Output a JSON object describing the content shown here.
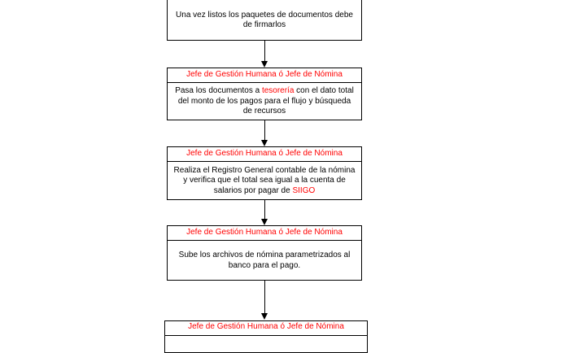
{
  "colors": {
    "role_text": "#ff0000",
    "border": "#000000"
  },
  "steps": [
    {
      "role": "",
      "text": "Una vez listos los paquetes de documentos debe de firmarlos"
    },
    {
      "role": "Jefe de Gestión Humana ó Jefe de Nómina",
      "text_before": "Pasa los documentos a ",
      "highlight": "tesorería",
      "text_after": " con el dato total del monto de los pagos para el flujo y búsqueda de recursos"
    },
    {
      "role": "Jefe de Gestión Humana ó Jefe de Nómina",
      "text_before": "Realiza el Registro General contable de la nómina y verifica que el total sea igual a la cuenta de salarios por pagar de ",
      "highlight": "SIIGO"
    },
    {
      "role": "Jefe de Gestión Humana ó Jefe de Nómina",
      "text": "Sube los archivos de nómina parametrizados al banco para el pago."
    },
    {
      "role": "Jefe de Gestión Humana ó Jefe de Nómina"
    }
  ]
}
